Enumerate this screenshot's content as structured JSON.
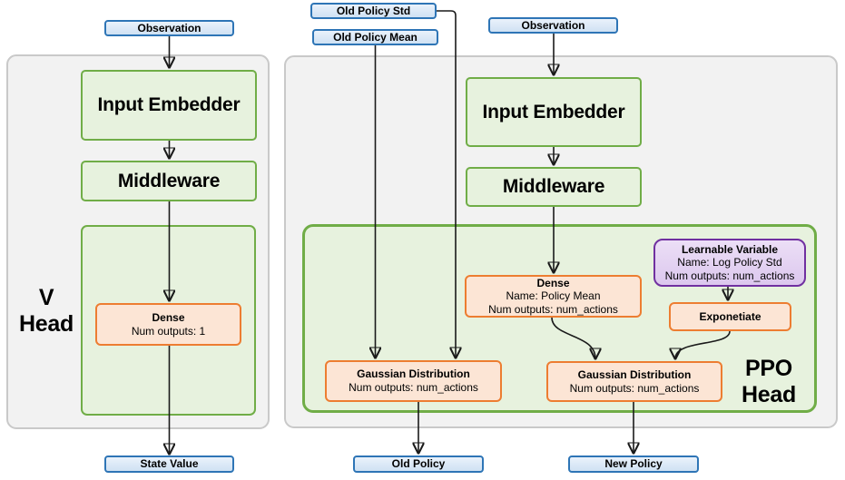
{
  "colors": {
    "blue_border": "#2E75B6",
    "blue_fill": "#DDEBF7",
    "green_border": "#70AD47",
    "green_fill": "#E7F2DE",
    "orange_border": "#ED7D31",
    "orange_fill": "#FCE5D5",
    "purple_border": "#7030A0",
    "purple_fill": "#E3D3F1",
    "panel_fill": "#F2F2F2",
    "panel_border": "#C9C9C9",
    "arrow": "#1A1A1A"
  },
  "v_network": {
    "observation": "Observation",
    "input_embedder": "Input Embedder",
    "middleware": "Middleware",
    "dense": {
      "title": "Dense",
      "num_outputs": "Num outputs: 1"
    },
    "output": "State Value",
    "head_label": [
      "V",
      "Head"
    ]
  },
  "ppo_network": {
    "old_policy_std": "Old Policy Std",
    "old_policy_mean": "Old Policy Mean",
    "observation": "Observation",
    "input_embedder": "Input Embedder",
    "middleware": "Middleware",
    "dense": {
      "title": "Dense",
      "name": "Name: Policy Mean",
      "num_outputs": "Num outputs: num_actions"
    },
    "learnable_variable": {
      "title": "Learnable Variable",
      "name": "Name: Log Policy Std",
      "num_outputs": "Num outputs: num_actions"
    },
    "exponetiate": "Exponetiate",
    "gaussian_old": {
      "title": "Gaussian Distribution",
      "num_outputs": "Num outputs: num_actions"
    },
    "gaussian_new": {
      "title": "Gaussian Distribution",
      "num_outputs": "Num outputs: num_actions"
    },
    "old_policy": "Old Policy",
    "new_policy": "New Policy",
    "head_label": [
      "PPO",
      "Head"
    ]
  }
}
